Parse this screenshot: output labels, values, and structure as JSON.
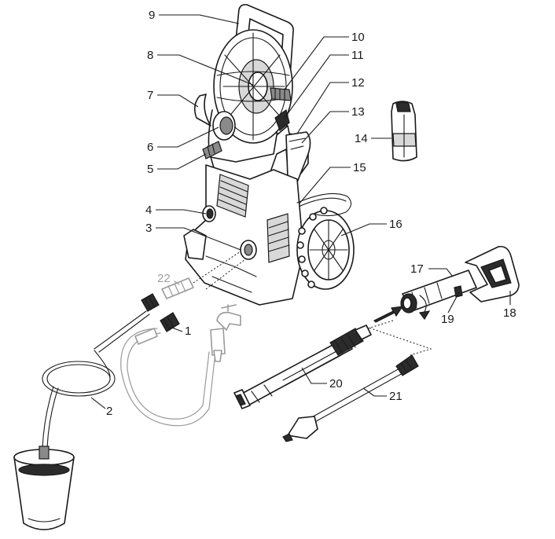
{
  "callouts": [
    {
      "id": "1",
      "text": "1"
    },
    {
      "id": "2",
      "text": "2"
    },
    {
      "id": "3",
      "text": "3"
    },
    {
      "id": "4",
      "text": "4"
    },
    {
      "id": "5",
      "text": "5"
    },
    {
      "id": "6",
      "text": "6"
    },
    {
      "id": "7",
      "text": "7"
    },
    {
      "id": "8",
      "text": "8"
    },
    {
      "id": "9",
      "text": "9"
    },
    {
      "id": "10",
      "text": "10"
    },
    {
      "id": "11",
      "text": "11"
    },
    {
      "id": "12",
      "text": "12"
    },
    {
      "id": "13",
      "text": "13"
    },
    {
      "id": "14",
      "text": "14"
    },
    {
      "id": "15",
      "text": "15"
    },
    {
      "id": "16",
      "text": "16"
    },
    {
      "id": "17",
      "text": "17"
    },
    {
      "id": "18",
      "text": "18"
    },
    {
      "id": "19",
      "text": "19"
    },
    {
      "id": "20",
      "text": "20"
    },
    {
      "id": "21",
      "text": "21"
    },
    {
      "id": "22",
      "text": "22"
    }
  ],
  "colors": {
    "outline": "#1a1a1a",
    "faded_part": "#9a9a9a",
    "faded_label": "#a0a0a0",
    "background": "#ffffff"
  }
}
